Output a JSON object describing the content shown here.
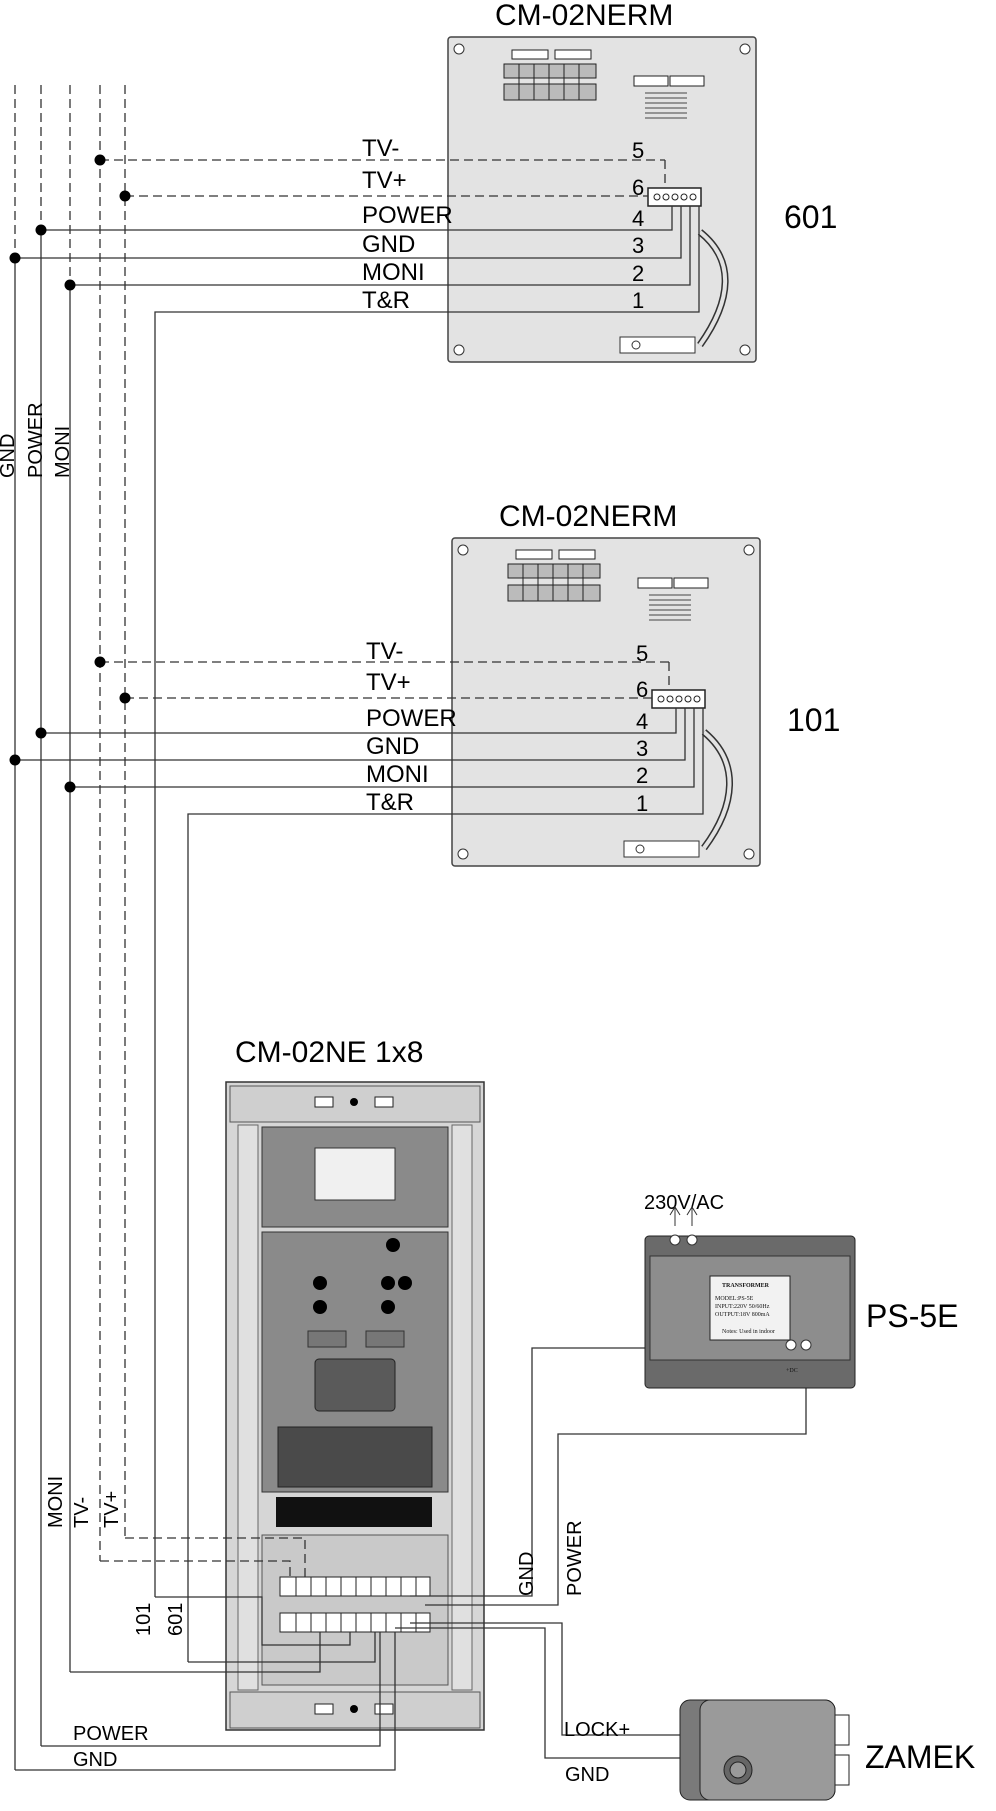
{
  "monitors": [
    {
      "model": "CM-02NERM",
      "apartment": "601"
    },
    {
      "model": "CM-02NERM",
      "apartment": "101"
    }
  ],
  "monitor_terminals": [
    {
      "name": "TV-",
      "pin": "5"
    },
    {
      "name": "TV+",
      "pin": "6"
    },
    {
      "name": "POWER",
      "pin": "4"
    },
    {
      "name": "GND",
      "pin": "3"
    },
    {
      "name": "MONI",
      "pin": "2"
    },
    {
      "name": "T&R",
      "pin": "1"
    }
  ],
  "bus_labels": {
    "gnd": "GND",
    "power": "POWER",
    "moni": "MONI"
  },
  "door_station": {
    "model": "CM-02NE 1x8",
    "labels": {
      "moni": "MONI",
      "tv_minus": "TV-",
      "tv_plus": "TV+",
      "apt101": "101",
      "apt601": "601"
    }
  },
  "power_supply": {
    "model": "PS-5E",
    "input_label": "230V/AC",
    "plate": {
      "title": "TRANSFORMER",
      "line1": "MODEL:PS-5E",
      "line2": "INPUT:220V 50/60Hz",
      "line3": "OUTPUT:18V 800mA",
      "line4": "Notes: Used in indoor",
      "out_mark": "+DC"
    },
    "out_labels": {
      "gnd": "GND",
      "power": "POWER"
    }
  },
  "lock": {
    "name": "ZAMEK",
    "plus_label": "LOCK+",
    "gnd_label": "GND"
  },
  "bottom_labels": {
    "power": "POWER",
    "gnd": "GND"
  }
}
